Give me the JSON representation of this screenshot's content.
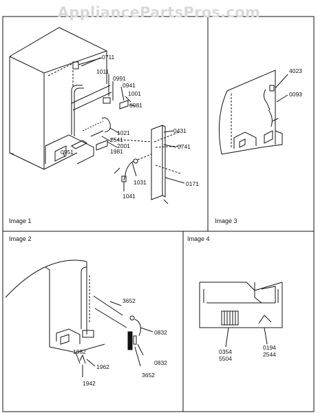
{
  "watermark": "AppliancePartsPros.com",
  "panels": [
    {
      "label": "Image 1",
      "parts": [
        "0711",
        "1011",
        "0991",
        "0941",
        "1001",
        "0981",
        "0431",
        "0741",
        "1021",
        "2541",
        "2001",
        "0951",
        "1981",
        "1031",
        "0171",
        "1041"
      ]
    },
    {
      "label": "Image 3",
      "parts": [
        "4023",
        "0093"
      ]
    },
    {
      "label": "Image 2",
      "parts": [
        "3652",
        "0832",
        "1982",
        "1962",
        "0832",
        "3652",
        "1942"
      ]
    },
    {
      "label": "Image 4",
      "parts": [
        "0354",
        "5504",
        "0194",
        "2544"
      ]
    }
  ]
}
